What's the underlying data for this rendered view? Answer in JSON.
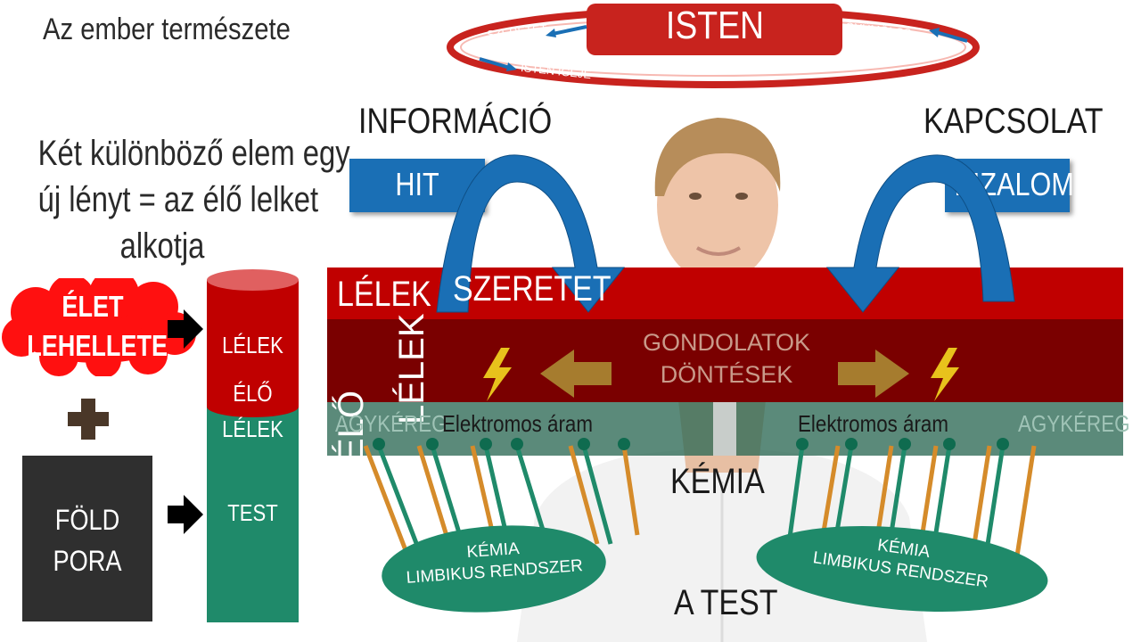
{
  "title": "Az ember természete",
  "subtitle": [
    "Két különböző elem egy",
    "új lényt = az élő lelket",
    "alkotja"
  ],
  "top_ring": {
    "center": "ISTEN",
    "left_top": "SZERETET",
    "left_bottom": "ISTEN IGÉJE",
    "right": "GYÜMÖLCS"
  },
  "left": {
    "cloud": [
      "ÉLET",
      "LEHELLETE"
    ],
    "dust": [
      "FÖLD",
      "PORA"
    ],
    "cylinder": {
      "top": "LÉLEK",
      "middle": "ÉLŐ",
      "middle2": "LÉLEK",
      "bottom": "TEST"
    }
  },
  "main": {
    "information": "INFORMÁCIÓ",
    "connection": "KAPCSOLAT",
    "faith": "HIT",
    "trust": "BIZALOM",
    "love": "SZERETET",
    "soul": "LÉLEK",
    "living": "ÉLŐ",
    "living_soul": "LÉLEK",
    "thoughts": "GONDOLATOK",
    "decisions": "DÖNTÉSEK",
    "cortex_left": "AGYKÉREG",
    "electric_left": "Elektromos áram",
    "electric_right": "Elektromos áram",
    "cortex_right": "AGYKÉREG",
    "chemistry": "KÉMIA",
    "body": "A TEST",
    "limbic_left": [
      "KÉMIA",
      "LIMBIKUS RENDSZER"
    ],
    "limbic_right": [
      "KÉMIA",
      "LIMBIKUS RENDSZER"
    ]
  },
  "colors": {
    "red": "#c00000",
    "dark_red": "#7a0000",
    "green": "#1f8a6a",
    "blue": "#1a6fb5",
    "orange": "#d58b2a",
    "dark": "#2f2f2f"
  }
}
